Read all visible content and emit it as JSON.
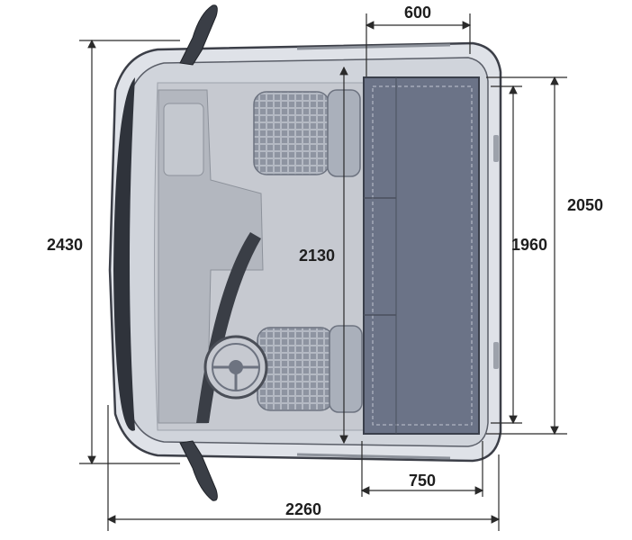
{
  "diagram": {
    "dimensions": {
      "overall_length": "2430",
      "overall_width": "2260",
      "interior_length": "2130",
      "bunk_width_top": "600",
      "bunk_width_bottom": "750",
      "bunk_length_outer": "2050",
      "bunk_length_inner": "1960"
    },
    "colors": {
      "cab_outline": "#3c3f48",
      "cab_fill": "#d9dde4",
      "floor_fill": "#c9ccd2",
      "bunk_fill": "#6b7387",
      "dimension_line": "#2a2a2a",
      "seat_fill": "#aab0bb"
    }
  }
}
